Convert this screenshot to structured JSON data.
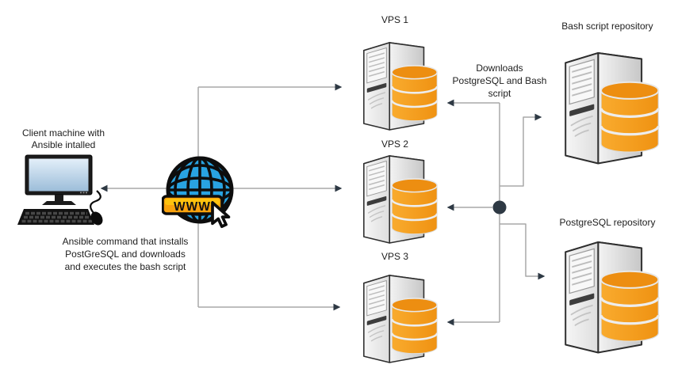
{
  "colors": {
    "line": "#a8a8a8",
    "arrowhead": "#2e3944",
    "junction_dot": "#2e3944",
    "globe_blue": "#29a3e2",
    "banner_orange": "#f9a20d",
    "banner_yellow": "#ffc20e",
    "database_orange": "#f7a01c",
    "database_orange_top": "#ed8e11",
    "server_gray": "#e3e3e3",
    "text": "#1d1d1d"
  },
  "icons": {
    "client": "computer-icon",
    "internet": "www-globe-icon",
    "pointer": "cursor-arrow-icon",
    "server": "server-database-icon",
    "junction": "junction-dot"
  },
  "client": {
    "label": {
      "line1": "Client machine with",
      "line2": "Ansible intalled"
    },
    "note": {
      "line1": "Ansible command that installs",
      "line2": "PostGreSQL and downloads",
      "line3": "and executes the bash script"
    }
  },
  "www": {
    "banner": "WWW"
  },
  "vps1": {
    "label": "VPS 1"
  },
  "vps2": {
    "label": "VPS 2"
  },
  "vps3": {
    "label": "VPS 3"
  },
  "downloads_note": {
    "line1": "Downloads",
    "line2": "PostgreSQL and Bash",
    "line3": "script"
  },
  "bash_repo": {
    "label": "Bash script repository"
  },
  "postgres_repo": {
    "label": "PostgreSQL repository"
  }
}
